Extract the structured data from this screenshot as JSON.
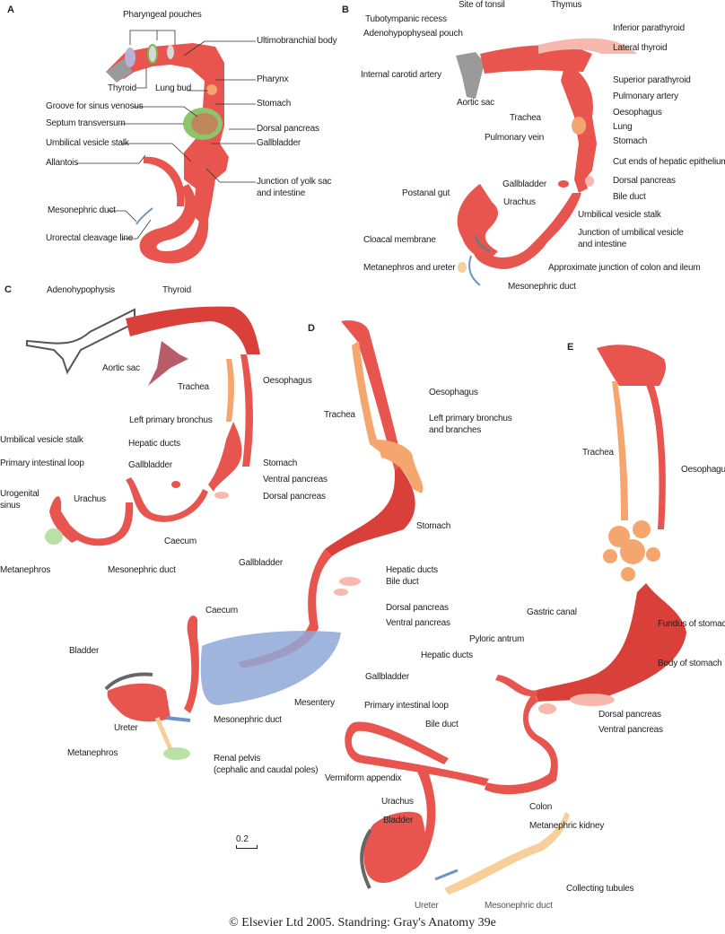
{
  "figure": {
    "footer": "© Elsevier Ltd 2005. Standring: Gray's Anatomy 39e",
    "scale_bar": "0.2",
    "colors": {
      "gut": "#e8554e",
      "gut_dark": "#c8332f",
      "lung": "#f5a66e",
      "pancreas": "#f7b8ad",
      "septum": "#8cc56b",
      "mesentery": "#8fa8d8",
      "duct_blue": "#6b95c9",
      "kidney": "#f7cf9a",
      "membrane": "#777777"
    },
    "panels": {
      "A": {
        "letter": "A",
        "labels": {
          "pharyngeal_pouches": "Pharyngeal pouches",
          "ultimobranchial_body": "Ultimobranchial body",
          "thyroid": "Thyroid",
          "lung_bud": "Lung bud",
          "pharynx": "Pharynx",
          "stomach": "Stomach",
          "groove_sinus_venosus": "Groove for sinus venosus",
          "septum_transversum": "Septum transversum",
          "dorsal_pancreas": "Dorsal pancreas",
          "umbilical_vesicle_stalk": "Umbilical vesicle stalk",
          "gallbladder": "Gallbladder",
          "allantois": "Allantois",
          "junction_yolk_sac_1": "Junction of yolk sac",
          "junction_yolk_sac_2": "and intestine",
          "mesonephric_duct": "Mesonephric duct",
          "urorectal_cleavage_line": "Urorectal cleavage line"
        }
      },
      "B": {
        "letter": "B",
        "labels": {
          "site_of_tonsil": "Site of tonsil",
          "thymus": "Thymus",
          "tubotympanic_recess": "Tubotympanic recess",
          "inferior_parathyroid": "Inferior parathyroid",
          "adenohypophyseal_pouch": "Adenohypophyseal pouch",
          "lateral_thyroid": "Lateral thyroid",
          "internal_carotid_artery": "Internal carotid artery",
          "superior_parathyroid": "Superior parathyroid",
          "pulmonary_artery": "Pulmonary artery",
          "aortic_sac": "Aortic sac",
          "oesophagus": "Oesophagus",
          "trachea": "Trachea",
          "lung": "Lung",
          "pulmonary_vein": "Pulmonary vein",
          "stomach": "Stomach",
          "cut_ends_hepatic": "Cut ends of hepatic epithelium",
          "gallbladder": "Gallbladder",
          "dorsal_pancreas": "Dorsal pancreas",
          "postanal_gut": "Postanal gut",
          "bile_duct": "Bile duct",
          "urachus": "Urachus",
          "umbilical_vesicle_stalk": "Umbilical vesicle stalk",
          "junction_umbilical_1": "Junction of umbilical vesicle",
          "junction_umbilical_2": "and intestine",
          "cloacal_membrane": "Cloacal membrane",
          "metanephros_ureter": "Metanephros and ureter",
          "approx_junction": "Approximate junction of colon and ileum",
          "mesonephric_duct": "Mesonephric duct"
        }
      },
      "C": {
        "letter": "C",
        "labels": {
          "adenohypophysis": "Adenohypophysis",
          "thyroid": "Thyroid",
          "aortic_sac": "Aortic sac",
          "oesophagus": "Oesophagus",
          "trachea": "Trachea",
          "left_primary_bronchus": "Left primary bronchus",
          "umbilical_vesicle_stalk": "Umbilical vesicle stalk",
          "hepatic_ducts": "Hepatic ducts",
          "primary_intestinal_loop": "Primary intestinal loop",
          "gallbladder": "Gallbladder",
          "stomach": "Stomach",
          "ventral_pancreas": "Ventral pancreas",
          "urogenital_1": "Urogenital",
          "urogenital_2": "sinus",
          "urachus": "Urachus",
          "dorsal_pancreas": "Dorsal pancreas",
          "caecum": "Caecum",
          "metanephros": "Metanephros",
          "mesonephric_duct": "Mesonephric duct"
        }
      },
      "D": {
        "letter": "D",
        "labels": {
          "oesophagus": "Oesophagus",
          "trachea": "Trachea",
          "left_bronchus_1": "Left primary bronchus",
          "left_bronchus_2": "and branches",
          "stomach": "Stomach",
          "gallbladder": "Gallbladder",
          "hepatic_ducts": "Hepatic ducts",
          "bile_duct": "Bile duct",
          "dorsal_pancreas": "Dorsal pancreas",
          "ventral_pancreas": "Ventral pancreas",
          "caecum": "Caecum",
          "bladder": "Bladder",
          "mesentery": "Mesentery",
          "mesonephric_duct": "Mesonephric duct",
          "ureter": "Ureter",
          "metanephros": "Metanephros",
          "renal_pelvis_1": "Renal pelvis",
          "renal_pelvis_2": "(cephalic and caudal poles)"
        }
      },
      "E": {
        "letter": "E",
        "labels": {
          "trachea": "Trachea",
          "oesophagus": "Oesophagus",
          "gastric_canal": "Gastric canal",
          "fundus": "Fundus of stomach",
          "pyloric_antrum": "Pyloric antrum",
          "hepatic_ducts": "Hepatic ducts",
          "body_of_stomach": "Body of stomach",
          "gallbladder": "Gallbladder",
          "primary_intestinal_loop": "Primary intestinal loop",
          "dorsal_pancreas": "Dorsal pancreas",
          "bile_duct": "Bile duct",
          "ventral_pancreas": "Ventral pancreas",
          "vermiform_appendix": "Vermiform appendix",
          "urachus": "Urachus",
          "colon": "Colon",
          "metanephric_kidney": "Metanephric kidney",
          "bladder": "Bladder",
          "collecting_tubules": "Collecting tubules",
          "ureter": "Ureter",
          "mesonephric_duct": "Mesonephric duct"
        }
      }
    }
  }
}
